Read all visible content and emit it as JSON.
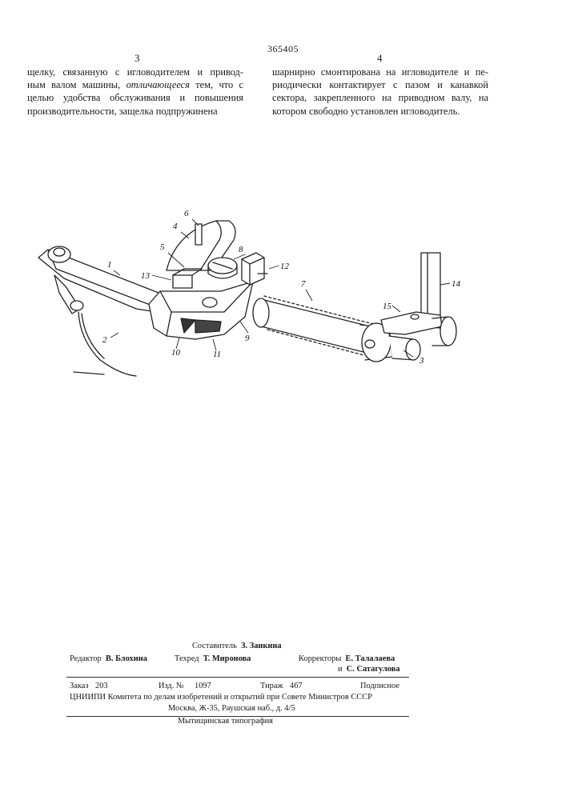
{
  "header": {
    "patent_number": "365405",
    "left_column_number": "3",
    "right_column_number": "4"
  },
  "left_column": {
    "line1": "щелку, связанную с игловодителем и привод-",
    "line2": "ным валом машины,",
    "line2_italic": "отличающееся",
    "line2_tail": "тем, что с",
    "line3": "целью удобства обслуживания и повышения",
    "line4": "производительности, защелка подпружинена"
  },
  "right_column": {
    "line1": "шарнирно смонтирована на игловодителе и пе-",
    "line2": "риодически контактирует с пазом и канавкой",
    "line3": "сектора, закрепленного на приводном валу, на",
    "line4": "котором свободно установлен игловодитель."
  },
  "figure": {
    "labels": [
      "1",
      "2",
      "3",
      "4",
      "5",
      "6",
      "7",
      "8",
      "9",
      "10",
      "11",
      "12",
      "13",
      "14",
      "15"
    ]
  },
  "imprint": {
    "compiler_role": "Составитель",
    "compiler_name": "З. Заикина",
    "editor_role": "Редактор",
    "editor_name": "В. Блохина",
    "techred_role": "Техред",
    "techred_name": "Т. Миронова",
    "correctors_role": "Корректоры",
    "corrector1": "Е. Талалаева",
    "corrector2_prefix": "и",
    "corrector2": "С. Сатагулова",
    "order_label": "Заказ",
    "order_value": "203",
    "izd_label": "Изд. №",
    "izd_value": "1097",
    "tirazh_label": "Тираж",
    "tirazh_value": "467",
    "podpisnoe": "Подписное",
    "org_line": "ЦНИИПИ Комитета по делам изобретений и открытий при Совете Министров СССР",
    "address": "Москва, Ж-35, Раушская наб., д. 4/5",
    "printer": "Мытищинская типография"
  }
}
